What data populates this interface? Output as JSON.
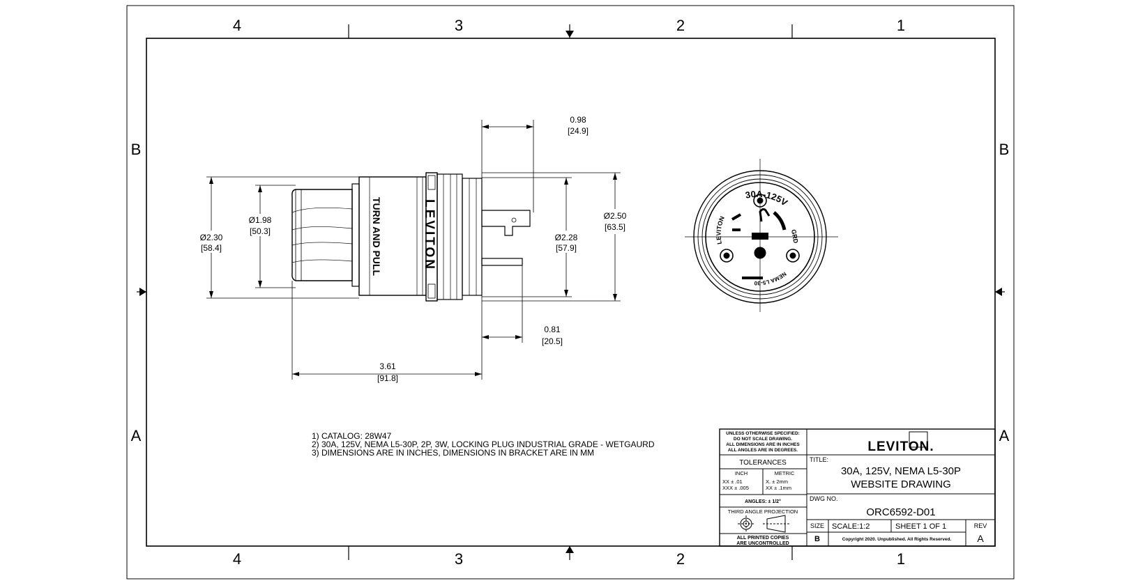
{
  "zones": {
    "columns": [
      "4",
      "3",
      "2",
      "1"
    ],
    "rows": [
      "B",
      "A"
    ]
  },
  "dimensions": {
    "d_230": {
      "label": "Ø2.30",
      "mm": "[58.4]"
    },
    "d_198": {
      "label": "Ø1.98",
      "mm": "[50.3]"
    },
    "d_228": {
      "label": "Ø2.28",
      "mm": "[57.9]"
    },
    "d_250": {
      "label": "Ø2.50",
      "mm": "[63.5]"
    },
    "l_098": {
      "label": "0.98",
      "mm": "[24.9]"
    },
    "l_081": {
      "label": "0.81",
      "mm": "[20.5]"
    },
    "l_361": {
      "label": "3.61",
      "mm": "[91.8]"
    }
  },
  "part_marks": {
    "brand": "LEVITON",
    "instruction": "TURN AND PULL",
    "face_rating": "30A-125V",
    "face_ground": "GRD",
    "face_nema": "NEMA L5-30"
  },
  "notes": [
    "1) CATALOG: 28W47",
    "2) 30A, 125V, NEMA L5-30P, 2P, 3W, LOCKING PLUG INDUSTRIAL GRADE - WETGAURD",
    "3) DIMENSIONS ARE IN INCHES, DIMENSIONS IN BRACKET ARE IN MM"
  ],
  "title_block": {
    "spec_lines": [
      "UNLESS OTHERWISE SPECIFIED:",
      "DO NOT SCALE DRAWING.",
      "ALL DIMENSIONS ARE IN INCHES",
      "ALL ANGLES ARE IN DEGREES."
    ],
    "tolerances_label": "TOLERANCES",
    "inch_label": "INCH",
    "metric_label": "METRIC",
    "inch_lines": [
      "XX  ± .01",
      "XXX ± .005"
    ],
    "metric_lines": [
      "X.  ± 2mm",
      "XX  ± .1mm"
    ],
    "angles": "ANGLES: ± 1/2°",
    "projection": "THIRD ANGLE PROJECTION",
    "copies_lines": [
      "ALL PRINTED COPIES",
      "ARE UNCONTROLLED"
    ],
    "logo": "LEVITON.",
    "title_label": "TITLE:",
    "title_lines": [
      "30A, 125V, NEMA L5-30P",
      "WEBSITE DRAWING"
    ],
    "dwg_label": "DWG NO.",
    "dwg_no": "ORC6592-D01",
    "size_label": "SIZE",
    "size": "B",
    "scale": "SCALE:1:2",
    "sheet": "SHEET 1 OF 1",
    "copyright": "Copyright 2020. Unpublished. All Rights Reserved.",
    "rev_label": "REV",
    "rev": "A"
  }
}
